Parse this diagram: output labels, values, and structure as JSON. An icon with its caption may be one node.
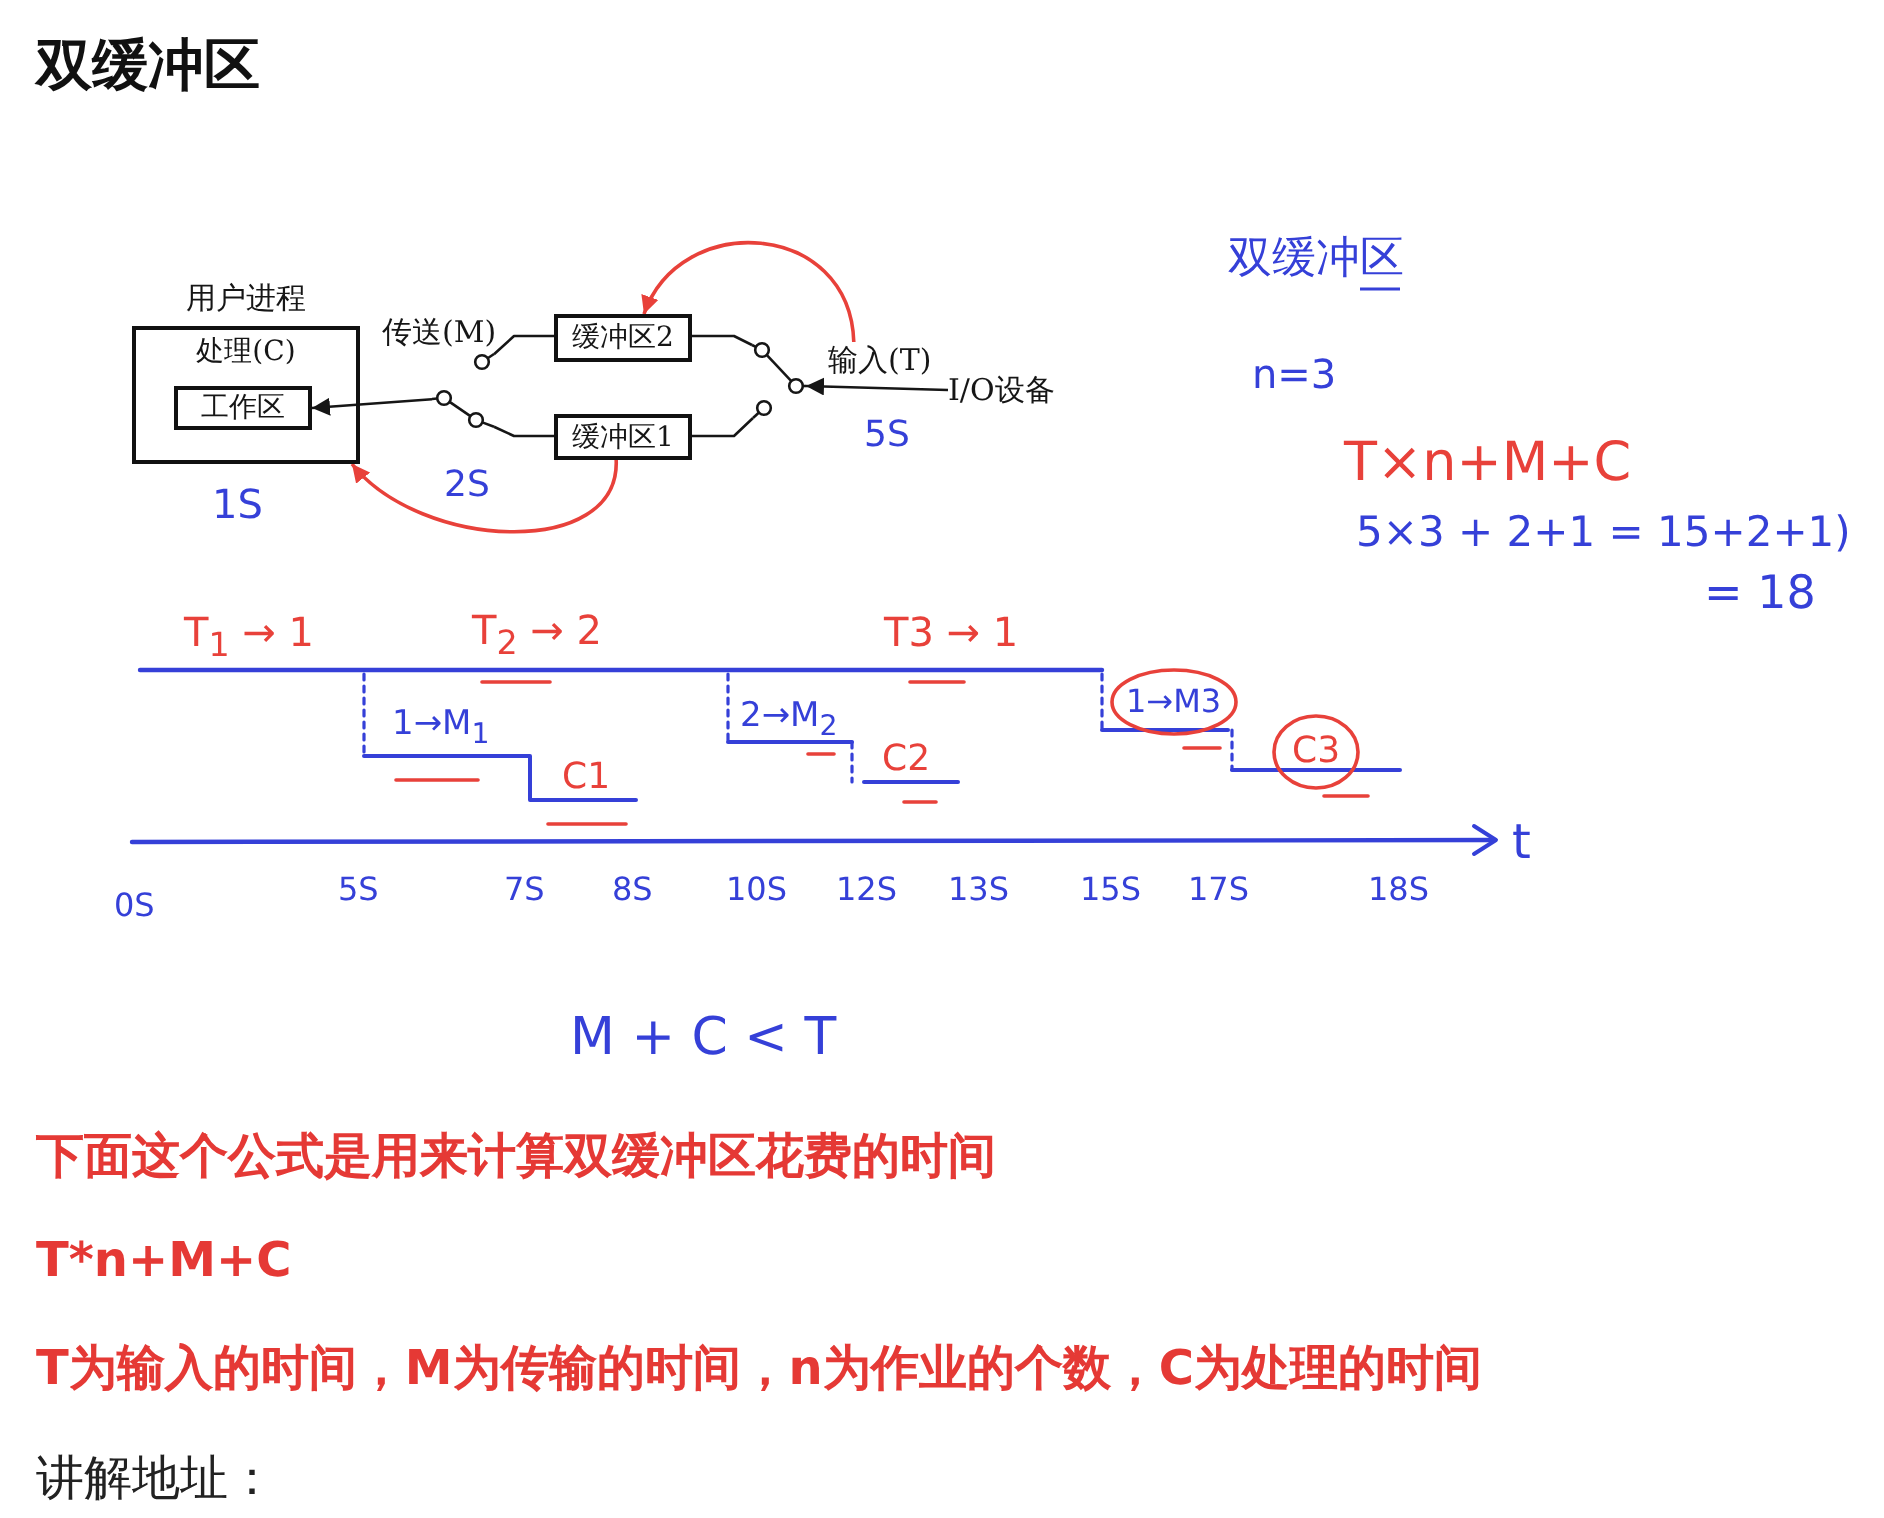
{
  "diagram": {
    "title": "双缓冲区",
    "nodes": [
      {
        "text": [
          "用户进程",
          "处理(C)"
        ],
        "beside": [
          "1S"
        ]
      },
      {
        "text": [
          "工作区"
        ],
        "in": 0
      },
      {
        "text": [],
        "shape": "switch",
        "beside": [
          "传送(M)",
          "2S"
        ]
      },
      {
        "text": [
          "缓冲区2"
        ]
      },
      {
        "text": [
          "缓冲区1"
        ]
      },
      {
        "text": [],
        "shape": "switch"
      },
      {
        "text": [
          "输入(T)"
        ],
        "beside": [
          "5S"
        ]
      },
      {
        "text": [
          "I/O设备"
        ]
      }
    ],
    "edges": [
      {
        "from": 7,
        "to": 5,
        "arrow": "to"
      },
      {
        "from": 5,
        "to": 3,
        "arrow": "none"
      },
      {
        "from": 5,
        "to": 4,
        "arrow": "none"
      },
      {
        "from": 3,
        "to": 2,
        "arrow": "none"
      },
      {
        "from": 4,
        "to": 2,
        "arrow": "none"
      },
      {
        "from": 2,
        "to": 1,
        "arrow": "to"
      },
      {
        "from": 6,
        "to": 3,
        "arrow": "to",
        "color": "#e8413a"
      },
      {
        "from": 4,
        "to": 0,
        "arrow": "to",
        "color": "#e8413a"
      }
    ],
    "labels": [
      "双缓冲区",
      "n=3",
      "T×n+M+C",
      "5×3 + 2+1 = 15+2+1)",
      "= 18",
      "T$_{1}$ → 1",
      "T$_{2}$ → 2",
      "T3 → 1",
      "1→M$_{1}$",
      "2→M$_{2}$",
      "1→M3",
      "C1",
      "C2",
      "C3",
      "0S",
      "5S",
      "7S",
      "8S",
      "10S",
      "12S",
      "13S",
      "15S",
      "17S",
      "18S",
      "t",
      "M + C < T",
      "下面这个公式是用来计算双缓冲区花费的时间",
      "T*n+M+C",
      "T为输入的时间，M为传输的时间，n为作业的个数，C为处理的时间",
      "讲解地址："
    ]
  }
}
